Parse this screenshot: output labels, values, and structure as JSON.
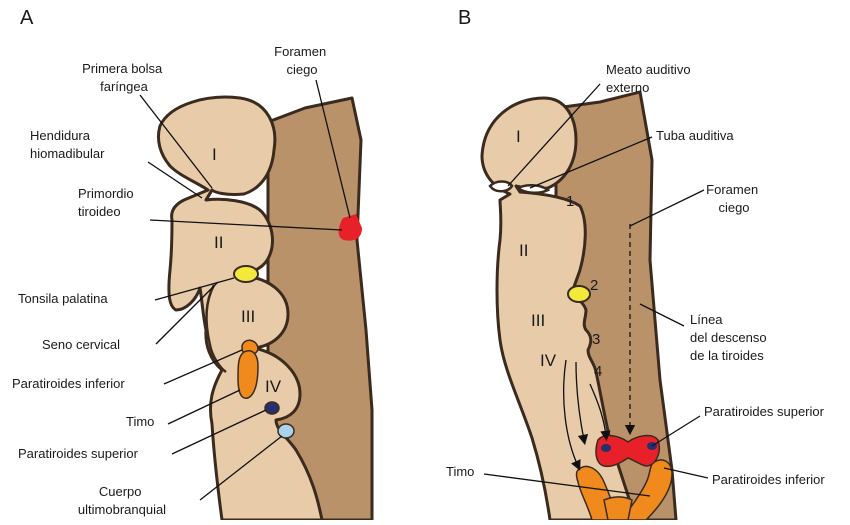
{
  "panels": {
    "a": {
      "letter": "A",
      "labels": {
        "foramen_ciego": [
          "Foramen",
          "ciego"
        ],
        "primera_bolsa": [
          "Primera bolsa",
          "faríngea"
        ],
        "hendidura": [
          "Hendidura",
          "hiomadibular"
        ],
        "primordio": [
          "Primordio",
          "tiroideo"
        ],
        "tonsila": [
          "Tonsila palatina"
        ],
        "seno": [
          "Seno cervical"
        ],
        "paratiroides_inferior": [
          "Paratiroides inferior"
        ],
        "timo": [
          "Timo"
        ],
        "paratiroides_superior": [
          "Paratiroides superior"
        ],
        "cuerpo": [
          "Cuerpo",
          "ultimobranquial"
        ]
      },
      "arches": [
        "I",
        "II",
        "III",
        "IV"
      ]
    },
    "b": {
      "letter": "B",
      "labels": {
        "meato": [
          "Meato auditivo",
          "externo"
        ],
        "tuba": [
          "Tuba auditiva"
        ],
        "foramen_ciego": [
          "Foramen",
          "ciego"
        ],
        "linea": [
          "Línea",
          "del descenso",
          "de la tiroides"
        ],
        "paratiroides_superior": [
          "Paratiroides superior"
        ],
        "paratiroides_inferior": [
          "Paratiroides inferior"
        ],
        "timo": [
          "Timo"
        ]
      },
      "arches": [
        "I",
        "II",
        "III",
        "IV"
      ],
      "pouch_numbers": [
        "1",
        "2",
        "3",
        "4"
      ]
    }
  },
  "colors": {
    "tissue_light": "#e8cba9",
    "tissue_dark": "#b9926a",
    "outline": "#3b2a1e",
    "thyroid_red": "#e8202a",
    "tonsil_yellow": "#f2e93a",
    "thymus_orange": "#f08a1c",
    "parathyroid_navy": "#26306e",
    "ultimobranchial_blue": "#a9d3ea"
  }
}
